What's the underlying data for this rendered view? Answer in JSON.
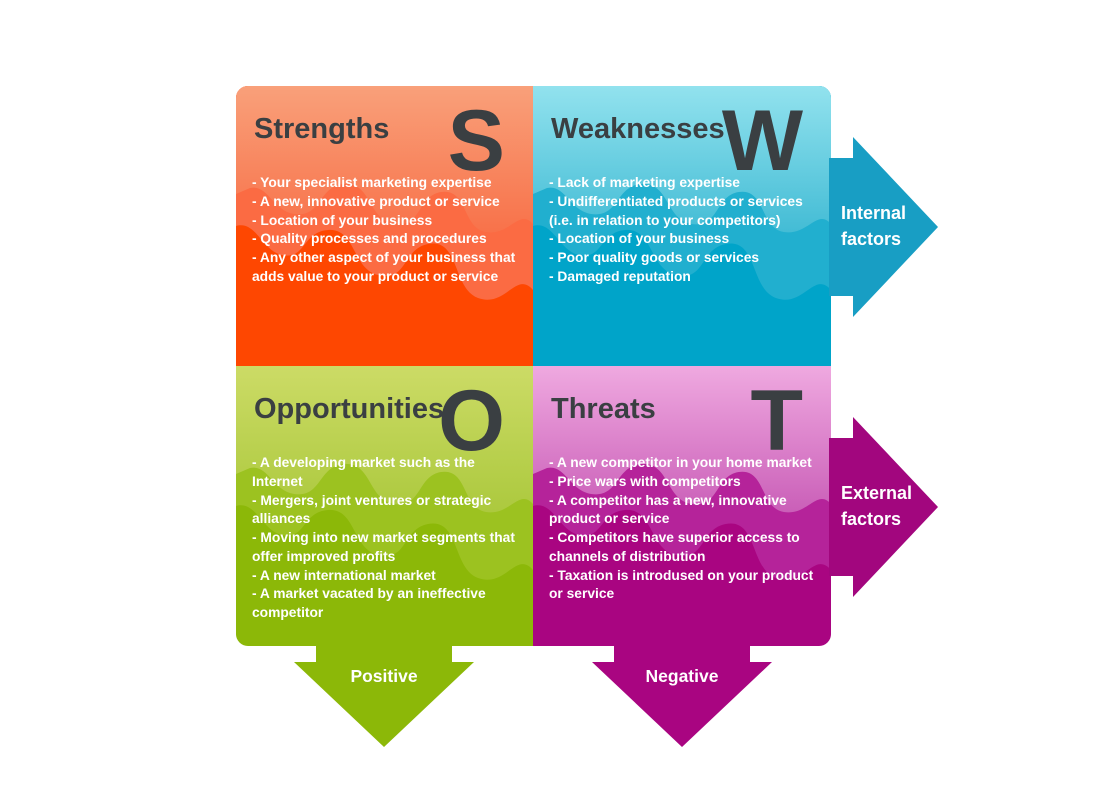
{
  "quadrants": {
    "strengths": {
      "title": "Strengths",
      "letter": "S",
      "items": [
        "- Your specialist marketing expertise",
        "- A new, innovative product or  service",
        "- Location of your business",
        "- Quality processes and procedures",
        "- Any other aspect of your business that adds value to your product or service"
      ],
      "colors": {
        "top_light": "#F9A07A",
        "top_mid": "#F8724A",
        "wave": "#FB6B43",
        "body": "#FE4701"
      }
    },
    "weaknesses": {
      "title": "Weaknesses",
      "letter": "W",
      "items": [
        "- Lack of marketing expertise",
        "- Undifferentiated products or services (i.e. in relation to your  competitors)",
        "- Location of your business",
        "- Poor quality goods or services",
        "- Damaged reputation"
      ],
      "colors": {
        "top_light": "#92E2EE",
        "top_mid": "#43BCD5",
        "wave": "#21AFCF",
        "body": "#00A4C9"
      }
    },
    "opportunities": {
      "title": "Opportunities",
      "letter": "O",
      "items": [
        "- A developing market such as the Internet",
        "- Mergers, joint ventures or strategic alliances",
        "- Moving into new market segments that offer improved profits",
        "- A new international market",
        "- A market vacated by an ineffective competitor"
      ],
      "colors": {
        "top_light": "#CCDB66",
        "top_mid": "#ACC93E",
        "wave": "#9CC220",
        "body": "#8CB808"
      }
    },
    "threats": {
      "title": "Threats",
      "letter": "T",
      "items": [
        "- A new competitor in your home market",
        "- Price wars with competitors",
        "- A competitor has a new, innovative product or service",
        "- Competitors have superior access to channels of distribution",
        "- Taxation is introdused on your product or service"
      ],
      "colors": {
        "top_light": "#EFA9E0",
        "top_mid": "#CA5FB8",
        "wave": "#B5239A",
        "body": "#A90581"
      }
    }
  },
  "arrows": {
    "internal": {
      "label": "Internal factors",
      "color": "#189EC4"
    },
    "external": {
      "label": "External factors",
      "color": "#A2067E"
    },
    "positive": {
      "label": "Positive",
      "color": "#8CB808"
    },
    "negative": {
      "label": "Negative",
      "color": "#A90581"
    }
  },
  "text": {
    "heading_color": "#3A3F42",
    "bullet_color": "#FFFFFF"
  }
}
